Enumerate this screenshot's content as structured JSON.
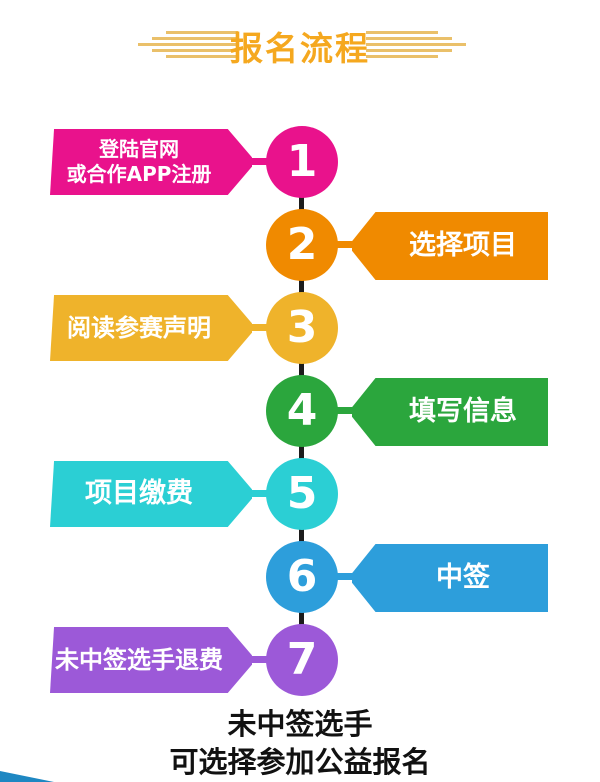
{
  "title": {
    "text": "报名流程",
    "color": "#F5A81F",
    "line_color": "#EAC06A"
  },
  "flow": {
    "connector_color": "#1C1C1C"
  },
  "steps": [
    {
      "num": "1",
      "side": "left",
      "color": "#E9128C",
      "label_lines": [
        "登陆官网",
        "或合作APP注册"
      ]
    },
    {
      "num": "2",
      "side": "right",
      "color": "#F08A00",
      "label": "选择项目"
    },
    {
      "num": "3",
      "side": "left",
      "color": "#EFB32B",
      "label": "阅读参赛声明"
    },
    {
      "num": "4",
      "side": "right",
      "color": "#2BA63D",
      "label": "填写信息"
    },
    {
      "num": "5",
      "side": "left",
      "color": "#2BCFD4",
      "label": "项目缴费"
    },
    {
      "num": "6",
      "side": "right",
      "color": "#2D9EDB",
      "label": "中签"
    },
    {
      "num": "7",
      "side": "left",
      "color": "#9C59D8",
      "label": "未中签选手退费"
    }
  ],
  "footer": {
    "line1": "未中签选手",
    "line2": "可选择参加公益报名",
    "color": "#111111"
  },
  "corner": {
    "color": "#1E87C2"
  }
}
